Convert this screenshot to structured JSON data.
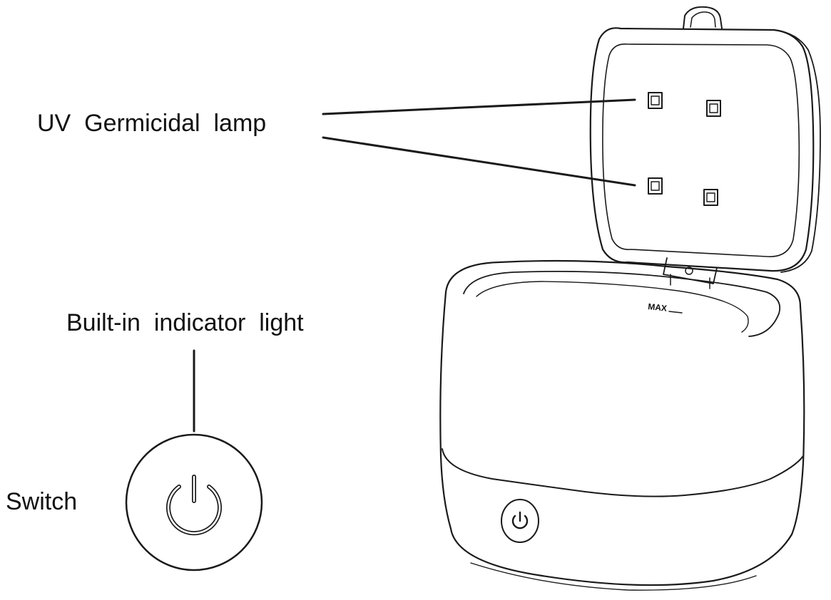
{
  "labels": {
    "uv_lamp": "UV  Germicidal  lamp",
    "indicator": "Built-in  indicator  light",
    "switch": "Switch",
    "max_mark": "MAX"
  },
  "colors": {
    "ink": "#1a1a1a",
    "background": "#ffffff"
  },
  "icons": {
    "power": "power-icon",
    "lamp": "uv-lamp-square"
  }
}
